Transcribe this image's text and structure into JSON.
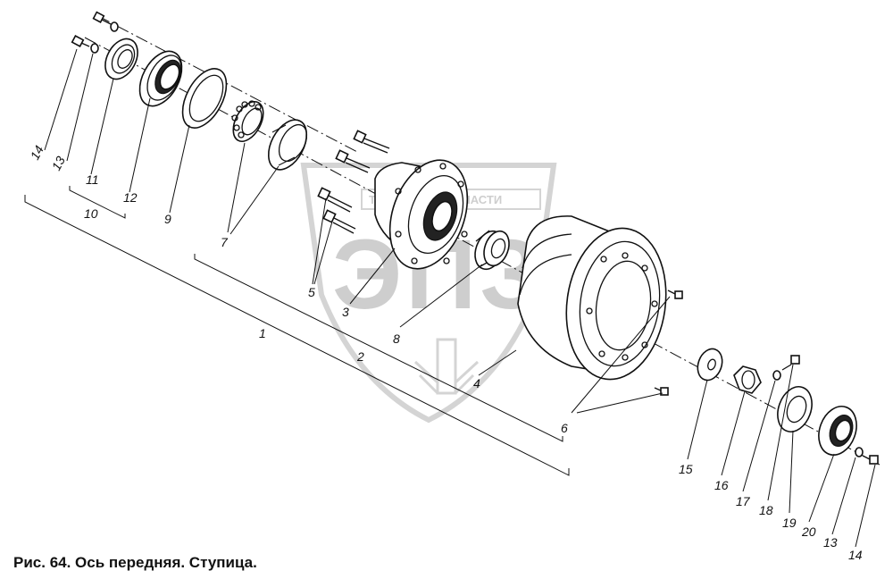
{
  "caption": "Рис. 64. Ось передняя. Ступица.",
  "watermark": {
    "letters": "ЭПЗ",
    "text": "ТЕХНИКА И ЗАПЧАСТИ"
  },
  "labels": {
    "l1": "1",
    "l2": "2",
    "l3": "3",
    "l4": "4",
    "l5": "5",
    "l6": "6",
    "l7": "7",
    "l8": "8",
    "l9": "9",
    "l10": "10",
    "l11": "11",
    "l12": "12",
    "l13a": "13",
    "l13b": "13",
    "l14a": "14",
    "l14b": "14",
    "l15": "15",
    "l16": "16",
    "l17": "17",
    "l18": "18",
    "l19": "19",
    "l20": "20"
  }
}
